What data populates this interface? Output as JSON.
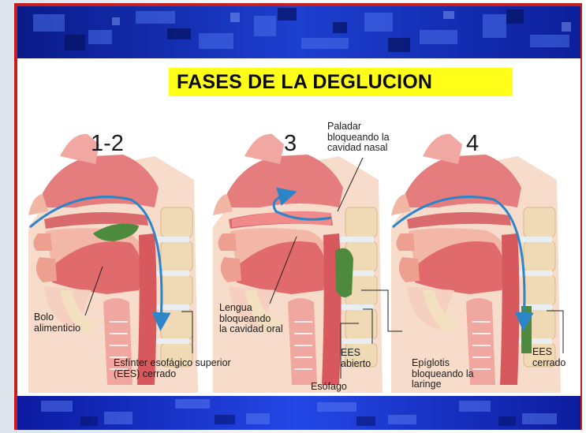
{
  "title": "FASES DE LA DEGLUCION",
  "panels": [
    {
      "number": "1-2"
    },
    {
      "number": "3"
    },
    {
      "number": "4"
    }
  ],
  "labels": {
    "bolo": "Bolo\nalimenticio",
    "esfinter": "Esfínter esofágico superior\n(EES) cerrado",
    "paladar": "Paladar\nbloqueando la\ncavidad nasal",
    "lengua": "Lengua\nbloqueando\nla cavidad oral",
    "ees_abierto": "EES\nabierto",
    "esofago": "Esófago",
    "epiglotis": "Epíglotis\nbloqueando la\nlaringe",
    "ees_cerrado": "EES\ncerrado"
  },
  "colors": {
    "frame": "#c41e1e",
    "title_bg": "#ffff1a",
    "banner": "#1535c8",
    "tissue": "#e88b8b",
    "arrow": "#2b86c9",
    "bolus": "#4d8a3e",
    "bone": "#f0d9b5"
  }
}
